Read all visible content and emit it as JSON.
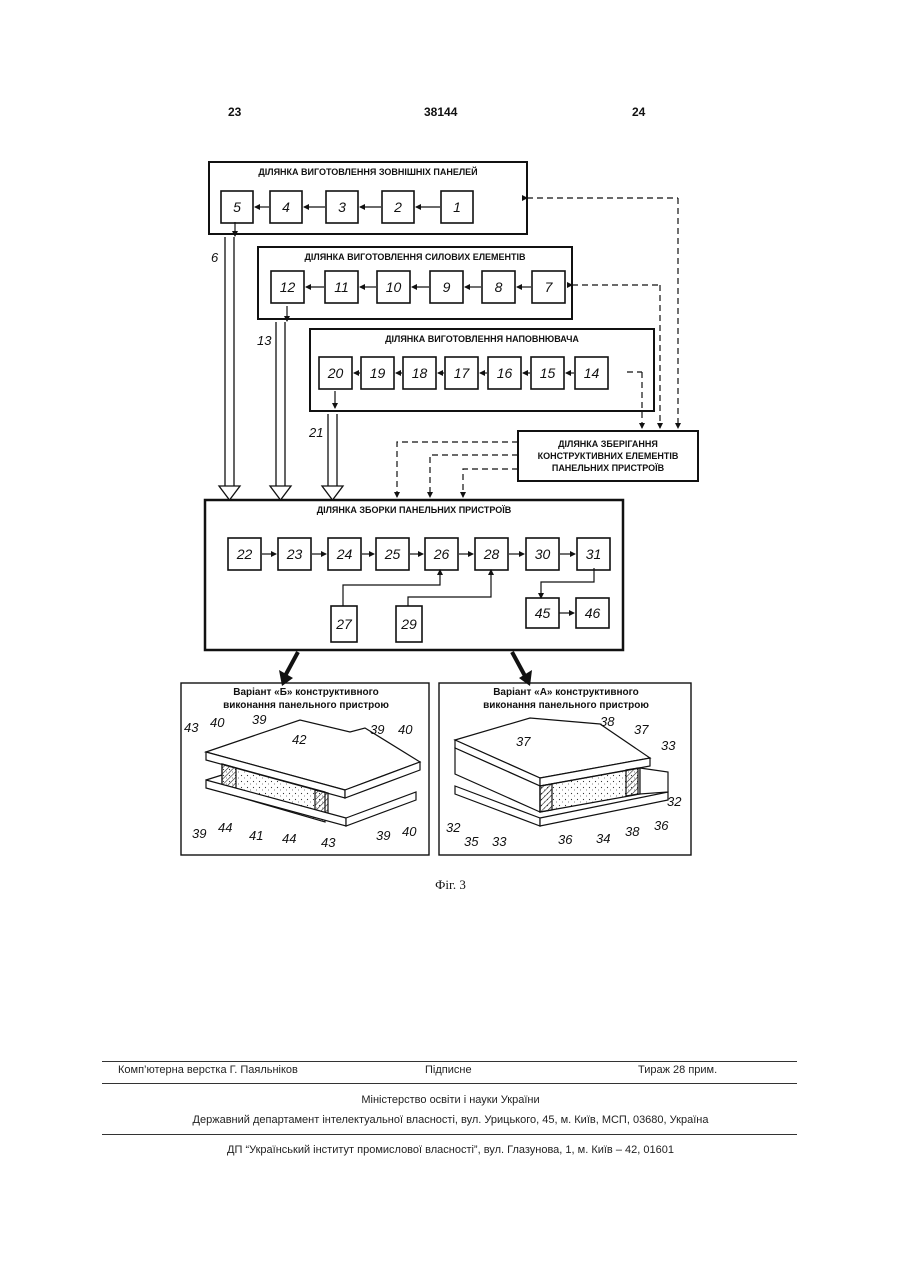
{
  "header": {
    "left_page": "23",
    "patent_number": "38144",
    "right_page": "24"
  },
  "flowchart": {
    "section_outer_panels": {
      "title": "ДІЛЯНКА ВИГОТОВЛЕННЯ ЗОВНІШНІХ ПАНЕЛЕЙ",
      "boxes": [
        "5",
        "4",
        "3",
        "2",
        "1"
      ],
      "output_label": "6"
    },
    "section_power_elements": {
      "title": "ДІЛЯНКА ВИГОТОВЛЕННЯ СИЛОВИХ ЕЛЕМЕНТІВ",
      "boxes": [
        "12",
        "11",
        "10",
        "9",
        "8",
        "7"
      ],
      "output_label": "13"
    },
    "section_filler": {
      "title": "ДІЛЯНКА ВИГОТОВЛЕННЯ НАПОВНЮВАЧА",
      "boxes": [
        "20",
        "19",
        "18",
        "17",
        "16",
        "15",
        "14"
      ],
      "output_label": "21"
    },
    "section_storage": {
      "title_lines": [
        "ДІЛЯНКА ЗБЕРІГАННЯ",
        "КОНСТРУКТИВНИХ ЕЛЕМЕНТІВ",
        "ПАНЕЛЬНИХ ПРИСТРОЇВ"
      ]
    },
    "section_assembly": {
      "title": "ДІЛЯНКА ЗБОРКИ ПАНЕЛЬНИХ ПРИСТРОЇВ",
      "boxes": [
        "22",
        "23",
        "24",
        "25",
        "26",
        "28",
        "30",
        "31"
      ],
      "sub_boxes": [
        "27",
        "29",
        "45",
        "46"
      ]
    }
  },
  "variants": {
    "b": {
      "title_lines": [
        "Варіант «Б» конструктивного",
        "виконання панельного пристрою"
      ],
      "labels": [
        "43",
        "40",
        "39",
        "42",
        "39",
        "40",
        "39",
        "44",
        "41",
        "44",
        "43",
        "39",
        "40"
      ]
    },
    "a": {
      "title_lines": [
        "Варіант «А» конструктивного",
        "виконання панельного пристрою"
      ],
      "labels": [
        "38",
        "37",
        "37",
        "33",
        "32",
        "32",
        "35",
        "33",
        "36",
        "34",
        "38",
        "36"
      ]
    }
  },
  "caption": "Фіг. 3",
  "footer": {
    "typesetting": "Комп’ютерна верстка Г. Паяльніков",
    "signed": "Підписне",
    "circulation": "Тираж 28 прим.",
    "ministry": "Міністерство освіти і науки України",
    "department": "Державний департамент інтелектуальної власності, вул. Урицького, 45, м. Київ, МСП, 03680, Україна",
    "institute": "ДП “Український інститут промислової власності”, вул. Глазунова, 1, м. Київ – 42, 01601"
  }
}
